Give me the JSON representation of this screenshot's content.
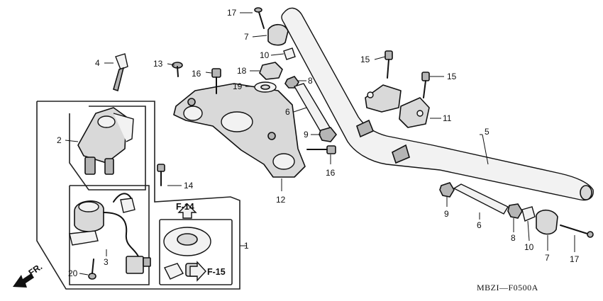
{
  "callouts": {
    "c1": "1",
    "c2": "2",
    "c3": "3",
    "c4": "4",
    "c5": "5",
    "c6a": "6",
    "c6b": "6",
    "c7a": "7",
    "c7b": "7",
    "c8a": "8",
    "c8b": "8",
    "c9a": "9",
    "c9b": "9",
    "c10a": "10",
    "c10b": "10",
    "c11": "11",
    "c12": "12",
    "c13": "13",
    "c14": "14",
    "c15a": "15",
    "c15b": "15",
    "c16a": "16",
    "c16b": "16",
    "c17a": "17",
    "c17b": "17",
    "c18": "18",
    "c19": "19",
    "c20": "20"
  },
  "refs": {
    "f14": "F-14",
    "f15": "F-15"
  },
  "front_label": "FR.",
  "diagram_code": "MBZI—F0500A"
}
